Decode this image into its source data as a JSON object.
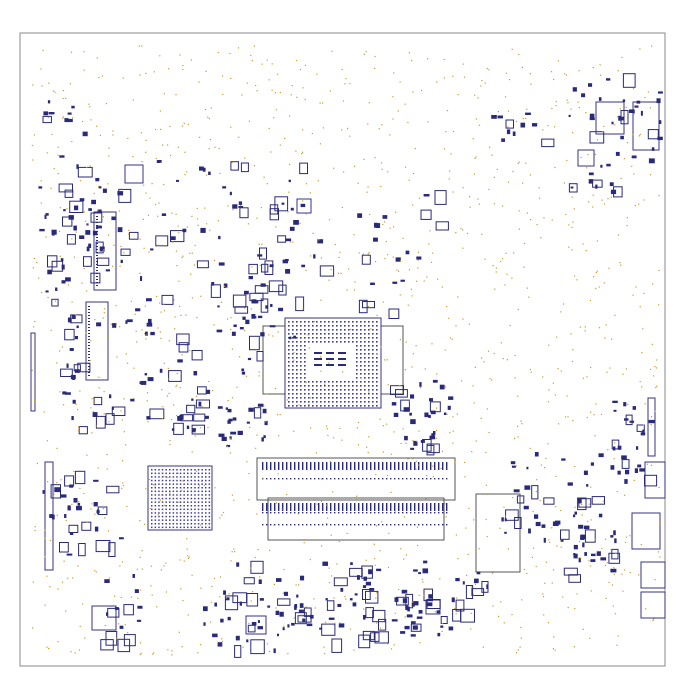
{
  "diagram": {
    "type": "pcb-component-placement",
    "colors": {
      "background": "#ffffff",
      "board_outline": "#8a8a8a",
      "footprint": "#2a2a7a",
      "pad": "#3a3aa0",
      "via": "#c99a2e",
      "package_outline": "#555555"
    },
    "large_components": [
      {
        "name": "cpu-bga-package",
        "ball_color": "#3b3bb0"
      },
      {
        "name": "chipset-bga-package",
        "ball_color": "#3b3bb0"
      },
      {
        "name": "sodimm-connector",
        "pin_color": "#2a2a8a"
      },
      {
        "name": "mini-pcie-slot"
      },
      {
        "name": "left-edge-connector"
      },
      {
        "name": "right-edge-connector"
      }
    ]
  }
}
